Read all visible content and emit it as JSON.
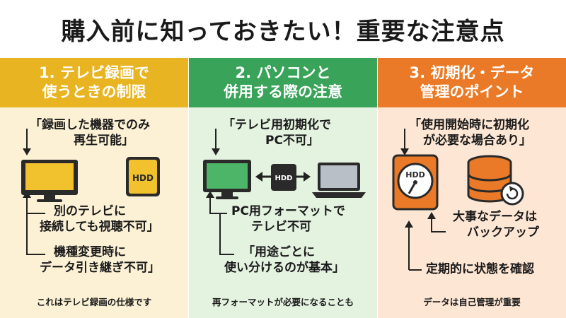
{
  "title": "購入前に知っておきたい！重要な注意点",
  "columns": [
    {
      "header_line1": "1. テレビ録画で",
      "header_line2": "使うときの制限",
      "note1_line1": "「録画した機器でのみ",
      "note1_line2": "再生可能」",
      "note2_line1": "別のテレビに",
      "note2_line2": "接続しても視聴不可」",
      "note3_line1": "機種変更時に",
      "note3_line2": "データ引き継ぎ不可」",
      "hdd_label": "HDD",
      "footer": "これはテレビ録画の仕様です",
      "accent": "#e8b422"
    },
    {
      "header_line1": "2. パソコンと",
      "header_line2": "併用する際の注意",
      "note1_line1": "「テレビ用初期化で",
      "note1_line2": "PC不可」",
      "note2_line1": "PC用フォーマットで",
      "note2_line2": "テレビ不可",
      "note3_line1": "「用途ごとに",
      "note3_line2": "使い分けるのが基本」",
      "hdd_label": "HDD",
      "footer": "再フォーマットが必要になることも",
      "accent": "#3aa35a"
    },
    {
      "header_line1": "3. 初期化・データ",
      "header_line2": "管理のポイント",
      "note1_line1": "「使用開始時に初期化",
      "note1_line2": "が必要な場合あり」",
      "note2_line1": "大事なデータは",
      "note2_line2": "バックアップ",
      "note3_line1": "定期的に状態を確認",
      "hdd_label": "HDD",
      "footer": "データは自己管理が重要",
      "accent": "#ea7a27"
    }
  ],
  "icons": {
    "col1": [
      "tv-icon",
      "hdd-icon"
    ],
    "col2": [
      "monitor-icon",
      "hdd-icon",
      "laptop-icon"
    ],
    "col3": [
      "hard-drive-icon",
      "database-backup-icon"
    ]
  }
}
